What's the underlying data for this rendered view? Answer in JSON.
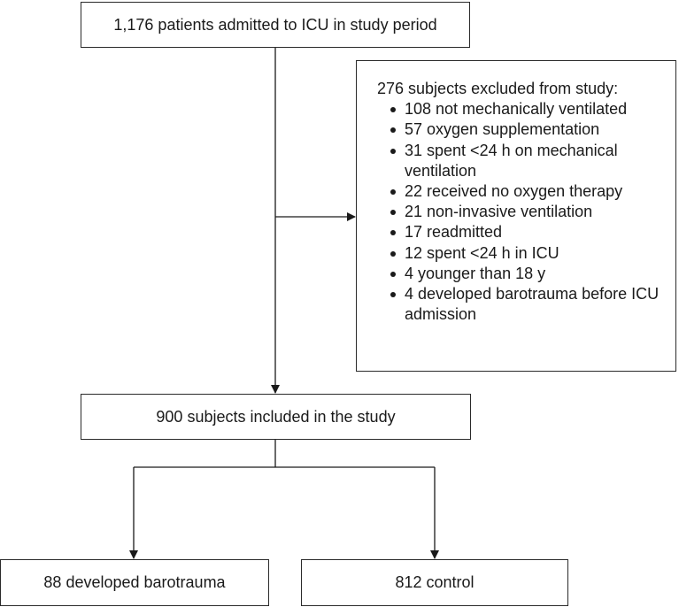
{
  "flow": {
    "start": "1,176 patients admitted to ICU in study period",
    "excluded": {
      "title": "276 subjects excluded from study:",
      "items": [
        "108 not mechanically ventilated",
        "57 oxygen supplementation",
        "31 spent <24 h on mechanical ventilation",
        "22 received no oxygen therapy",
        "21 non-invasive ventilation",
        "17 readmitted",
        "12 spent <24 h in ICU",
        "4 younger than 18 y",
        "4 developed barotrauma before ICU admission"
      ]
    },
    "included": "900 subjects included in the study",
    "outcome_left": "88 developed barotrauma",
    "outcome_right": "812 control"
  }
}
